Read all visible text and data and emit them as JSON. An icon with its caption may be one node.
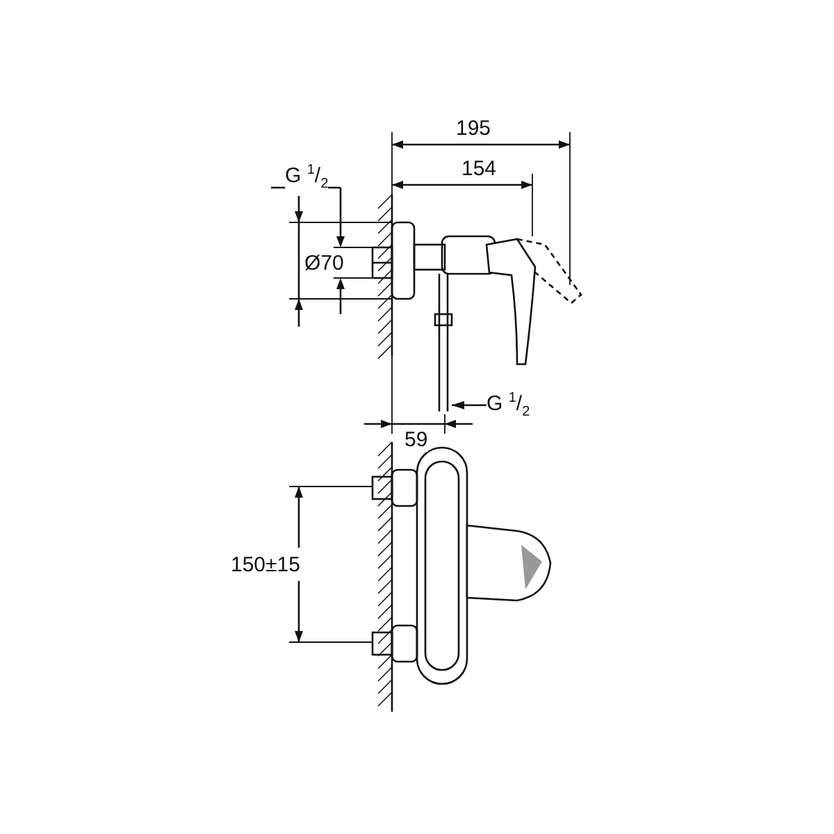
{
  "diagram": {
    "nodes": [
      {
        "text": [
          "G $^{1}$/$_{2}$"
        ]
      },
      {
        "text": [
          "G $^{1}$/$_{2}$"
        ]
      },
      {
        "text": [],
        "shape": "picture"
      }
    ],
    "edges": [
      {
        "from": 1,
        "to": 2,
        "arrow": "to"
      }
    ],
    "labels": [
      "195",
      "154",
      "Ø70",
      "59",
      "150±15"
    ]
  }
}
